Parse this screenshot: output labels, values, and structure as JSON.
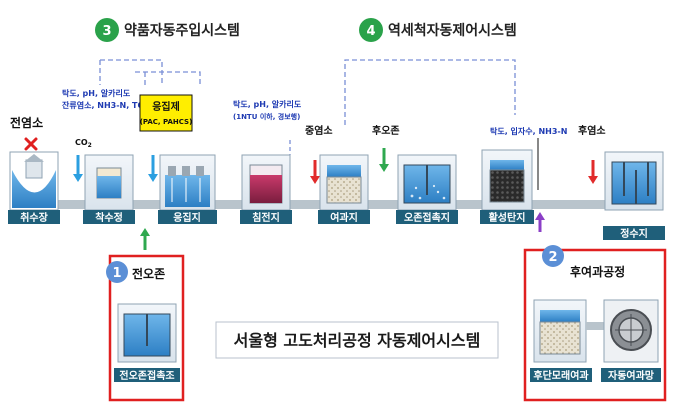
{
  "systems": {
    "chemical": {
      "num": "3",
      "title": "약품자동주입시스템"
    },
    "backwash": {
      "num": "4",
      "title": "역세척자동제어시스템"
    },
    "preozone": {
      "num": "1",
      "title": "전오존"
    },
    "postfilter": {
      "num": "2",
      "title": "후여과공정"
    }
  },
  "stages": {
    "intake": "취수장",
    "receiving": "착수정",
    "coagulation": "응집지",
    "sedimentation": "침전지",
    "filtration": "여과지",
    "ozone_contact": "오존접촉지",
    "gac": "활성탄지",
    "clearwell": "정수지",
    "preozone_contact": "전오존접촉조",
    "post_filter": "후단모래여과",
    "auto_strainer": "자동여과망"
  },
  "labels": {
    "pre_chlorine": "전염소",
    "co2": "CO",
    "co2_sub": "2",
    "mid_chlorine": "중염소",
    "post_ozone": "후오존",
    "post_chlorine": "후염소",
    "coagulant": "응집제",
    "coagulant_sub": "(PAC, PAHCS)"
  },
  "sensors": {
    "raw_line1": "탁도, pH, 알카리도",
    "raw_line2": "잔류염소, NH3-N, TOC",
    "sed_line1": "탁도, pH, 알카리도",
    "sed_line2": "(1NTU 이하, 경보행)",
    "gac_line1": "탁도, 입자수, NH3-N"
  },
  "main_title": "서울형 고도처리공정 자동제어시스템",
  "colors": {
    "bar": "#1f5f7a",
    "pipe": "#b9c4cc",
    "green": "#2aa24a",
    "blue_badge": "#5b8fd6",
    "red": "#e02020",
    "arrow_blue": "#2b9fe0",
    "arrow_red": "#e12b2b",
    "arrow_purple": "#8b3fc7",
    "arrow_green": "#2fa84f",
    "dash": "#7a8fd6",
    "yellow": "#ffee00",
    "note_blue": "#1f3bb3"
  }
}
